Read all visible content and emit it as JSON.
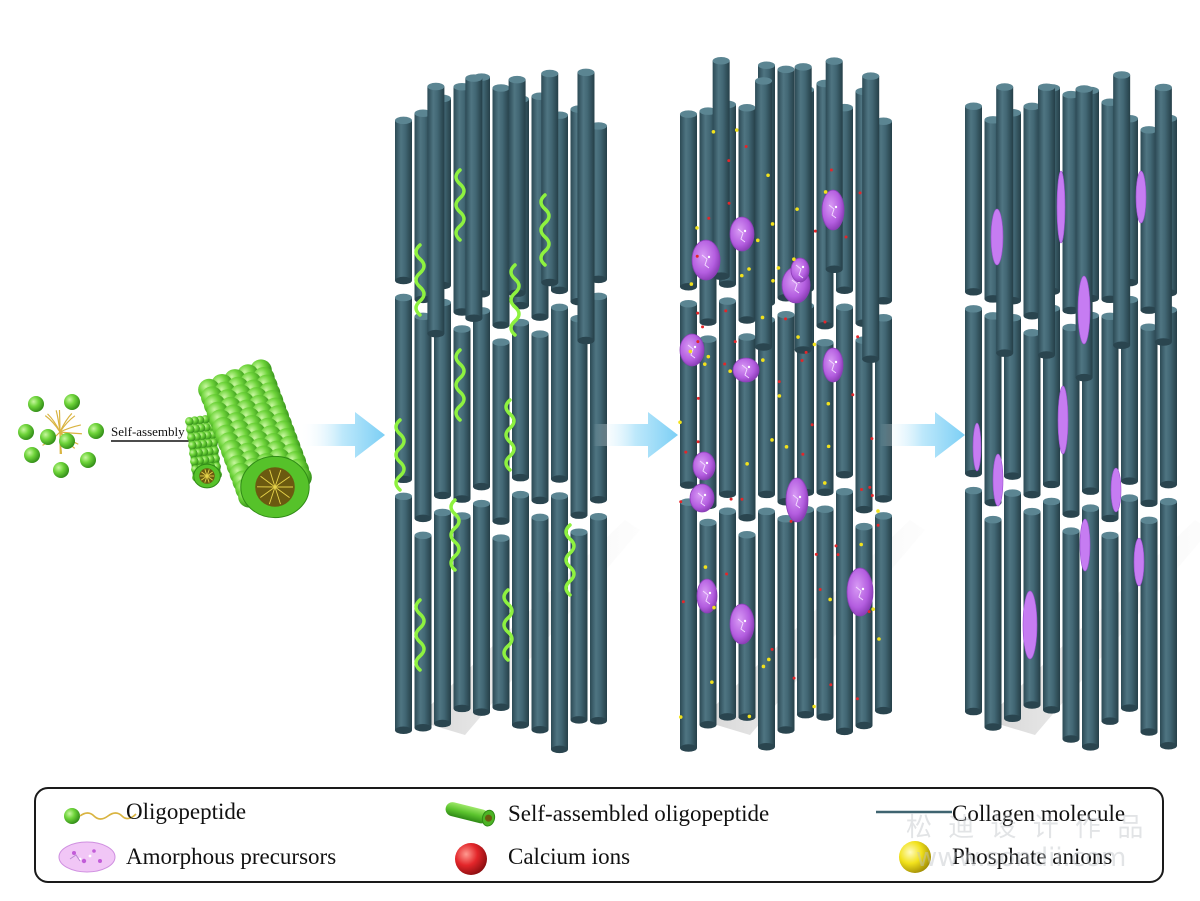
{
  "diagram": {
    "arrow_label": "Self-assembly",
    "colors": {
      "collagen": "#3f6470",
      "oligopeptide": "#7dde3a",
      "precursor": "#b45ee0",
      "calcium": "#e3262a",
      "phosphate": "#f2e21c",
      "flow_arrow": "#8fd6f5"
    }
  },
  "legend": {
    "oligopeptide": "Oligopeptide",
    "self_assembled": "Self-assembled oligopeptide",
    "collagen": "Collagen molecule",
    "amorphous": "Amorphous precursors",
    "calcium": "Calcium ions",
    "phosphate": "Phosphate anions"
  },
  "watermark": {
    "line1": "松 迪 设 计 作 品",
    "line2": "www.sondii.com"
  }
}
